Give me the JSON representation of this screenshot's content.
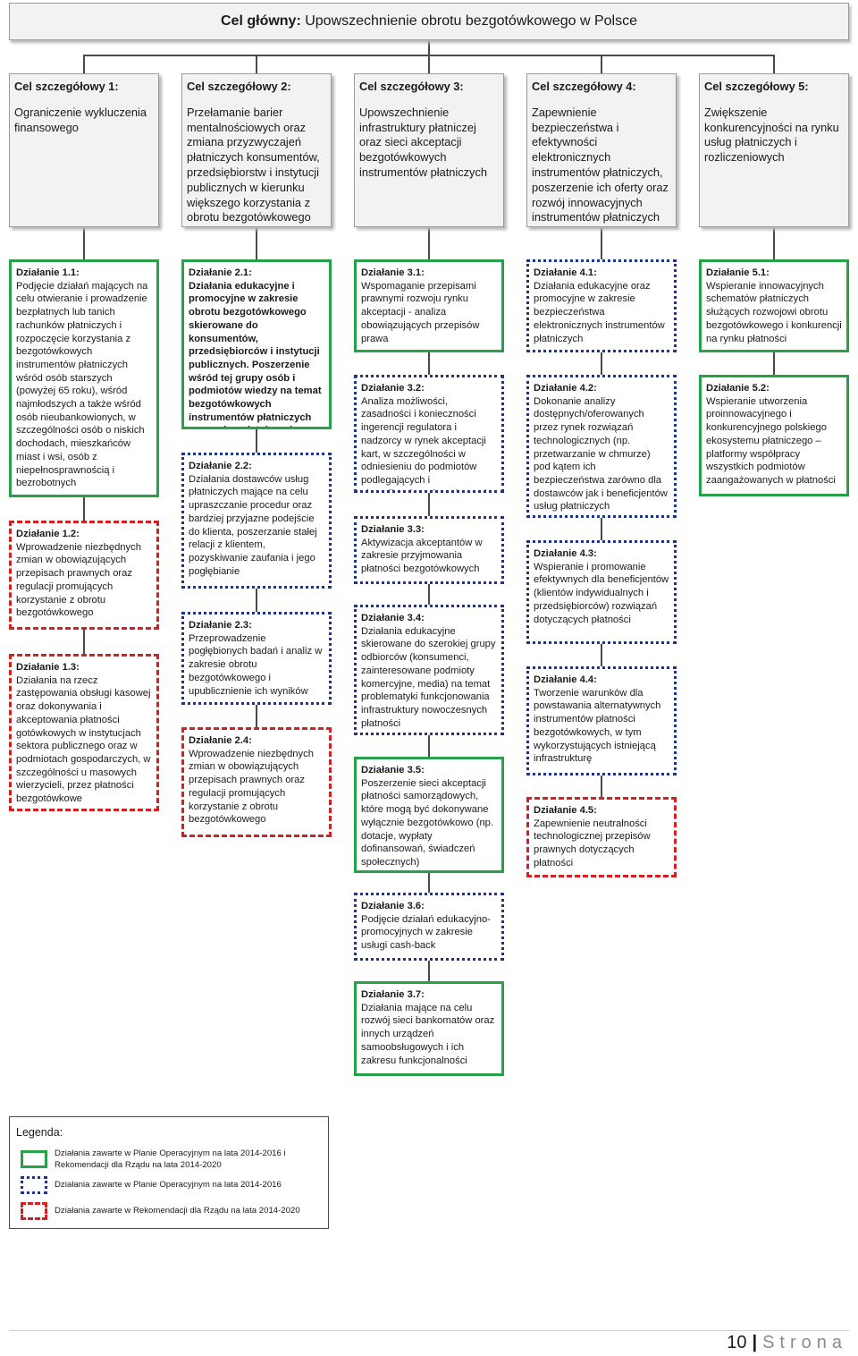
{
  "main_goal": {
    "label": "Cel główny:",
    "text": " Upowszechnienie obrotu bezgotówkowego w Polsce"
  },
  "goals": [
    {
      "title": "Cel szczegółowy 1:",
      "text": "Ograniczenie wykluczenia finansowego"
    },
    {
      "title": "Cel szczegółowy 2:",
      "text": "Przełamanie barier mentalnościowych oraz zmiana przyzwyczajeń płatniczych konsumentów, przedsiębiorstw i instytucji publicznych w kierunku większego korzystania z obrotu bezgotówkowego"
    },
    {
      "title": "Cel szczegółowy 3:",
      "text": "Upowszechnienie infrastruktury płatniczej oraz sieci akceptacji bezgotówkowych instrumentów płatniczych"
    },
    {
      "title": "Cel szczegółowy 4:",
      "text": "Zapewnienie bezpieczeństwa i efektywności elektronicznych instrumentów płatniczych, poszerzenie ich oferty oraz rozwój innowacyjnych instrumentów płatniczych"
    },
    {
      "title": "Cel szczegółowy 5:",
      "text": "Zwiększenie konkurencyjności na rynku usług płatniczych i rozliczeniowych"
    }
  ],
  "actions": {
    "a1_1": {
      "title": "Działanie 1.1:",
      "text": "Podjęcie działań mających na celu otwieranie i prowadzenie bezpłatnych lub tanich rachunków płatniczych i rozpoczęcie korzystania z bezgotówkowych instrumentów płatniczych wśród osób starszych (powyżej 65 roku), wśród najmłodszych a także wśród osób nieubankowionych, w szczególności osób o niskich dochodach, mieszkańców miast i wsi, osób z niepełnosprawnością i bezrobotnych"
    },
    "a1_2": {
      "title": "Działanie 1.2:",
      "text": "Wprowadzenie niezbędnych zmian w obowiązujących przepisach prawnych oraz regulacji promujących korzystanie z obrotu bezgotówkowego"
    },
    "a1_3": {
      "title": "Działanie 1.3:",
      "text": "Działania na rzecz zastępowania obsługi kasowej oraz dokonywania i akceptowania płatności gotówkowych w instytucjach sektora publicznego oraz w podmiotach gospodarczych, w szczególności u masowych wierzycieli, przez płatności bezgotówkowe"
    },
    "a2_1": {
      "title": "Działanie 2.1:",
      "text": "Działania edukacyjne i promocyjne w zakresie obrotu bezgotówkowego skierowane do konsumentów, przedsiębiorców i instytucji publicznych. Poszerzenie wśród tej grupy osób i podmiotów wiedzy na temat bezgotówkowych instrumentów płatniczych oraz usług płatniczych"
    },
    "a2_2": {
      "title": "Działanie 2.2:",
      "text": "Działania dostawców usług płatniczych mające na celu upraszczanie procedur oraz bardziej przyjazne podejście do klienta, poszerzanie stałej relacji z klientem, pozyskiwanie zaufania i jego pogłębianie"
    },
    "a2_3": {
      "title": "Działanie 2.3:",
      "text": "Przeprowadzenie pogłębionych badań i analiz w zakresie obrotu bezgotówkowego i upublicznienie ich wyników"
    },
    "a2_4": {
      "title": "Działanie 2.4:",
      "text": "Wprowadzenie niezbędnych zmian w obowiązujących przepisach prawnych oraz regulacji promujących korzystanie z obrotu bezgotówkowego"
    },
    "a3_1": {
      "title": "Działanie 3.1:",
      "text": "Wspomaganie przepisami prawnymi rozwoju rynku akceptacji - analiza obowiązujących przepisów prawa"
    },
    "a3_2": {
      "title": "Działanie 3.2:",
      "text": "Analiza możliwości, zasadności i konieczności ingerencji regulatora i nadzorcy w rynek akceptacji kart, w szczególności w odniesieniu do podmiotów podlegających i niepodlegających nadzorowi"
    },
    "a3_3": {
      "title": "Działanie 3.3:",
      "text": "Aktywizacja akceptantów w zakresie przyjmowania płatności bezgotówkowych"
    },
    "a3_4": {
      "title": "Działanie 3.4:",
      "text": "Działania edukacyjne skierowane do szerokiej grupy odbiorców (konsumenci, zainteresowane podmioty komercyjne, media) na temat problematyki funkcjonowania infrastruktury nowoczesnych płatności"
    },
    "a3_5": {
      "title": "Działanie 3.5:",
      "text": "Poszerzenie sieci akceptacji płatności samorządowych, które mogą być dokonywane wyłącznie bezgotówkowo (np. dotacje, wypłaty dofinansowań, świadczeń społecznych)"
    },
    "a3_6": {
      "title": "Działanie 3.6:",
      "text": "Podjęcie działań edukacyjno-promocyjnych w zakresie usługi cash-back"
    },
    "a3_7": {
      "title": "Działanie 3.7:",
      "text": "Działania mające na celu rozwój sieci bankomatów oraz innych urządzeń samoobsługowych i ich zakresu funkcjonalności"
    },
    "a4_1": {
      "title": "Działanie 4.1:",
      "text": "Działania edukacyjne oraz promocyjne w zakresie bezpieczeństwa elektronicznych instrumentów płatniczych"
    },
    "a4_2": {
      "title": "Działanie 4.2:",
      "text": "Dokonanie analizy dostępnych/oferowanych przez rynek rozwiązań technologicznych (np. przetwarzanie w chmurze) pod kątem ich bezpieczeństwa zarówno dla dostawców jak i beneficjentów usług płatniczych"
    },
    "a4_3": {
      "title": "Działanie 4.3:",
      "text": "Wspieranie i promowanie efektywnych dla beneficjentów (klientów indywidualnych i przedsiębiorców) rozwiązań dotyczących płatności"
    },
    "a4_4": {
      "title": "Działanie 4.4:",
      "text": "Tworzenie warunków dla powstawania alternatywnych instrumentów płatności bezgotówkowych, w tym wykorzystujących istniejącą infrastrukturę"
    },
    "a4_5": {
      "title": "Działanie 4.5:",
      "text": "Zapewnienie neutralności technologicznej przepisów prawnych dotyczących płatności"
    },
    "a5_1": {
      "title": "Działanie 5.1:",
      "text": "Wspieranie innowacyjnych schematów płatniczych służących rozwojowi obrotu bezgotówkowego i konkurencji na rynku płatności"
    },
    "a5_2": {
      "title": "Działanie 5.2:",
      "text": "Wspieranie utworzenia proinnowacyjnego i konkurencyjnego polskiego ekosystemu płatniczego – platformy współpracy wszystkich podmiotów zaangażowanych w płatności"
    }
  },
  "legend": {
    "title": "Legenda:",
    "green": "Działania zawarte w Planie Operacyjnym na lata 2014-2016 i Rekomendacji dla Rządu na lata 2014-2020",
    "blue": "Działania zawarte w Planie Operacyjnym na lata 2014-2016",
    "red": "Działania zawarte w Rekomendacji dla Rządu na lata 2014-2020"
  },
  "colors": {
    "green": "#27a24b",
    "blue": "#1f3486",
    "red": "#d42020"
  },
  "footer": {
    "page": "10",
    "separator": "|",
    "word": "Strona"
  }
}
